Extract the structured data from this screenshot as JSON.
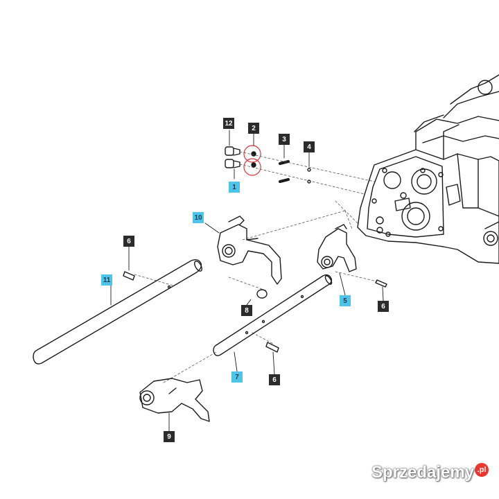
{
  "callouts": {
    "c12": "12",
    "c2": "2",
    "c3": "3",
    "c4": "4",
    "c1": "1",
    "c10": "10",
    "c6a": "6",
    "c11": "11",
    "c8": "8",
    "c5": "5",
    "c6b": "6",
    "c7": "7",
    "c6c": "6",
    "c9": "9"
  },
  "watermark": {
    "brand": "Sprzedajemy",
    "tld": ".pl"
  },
  "colors": {
    "dark_callout": "#2b2b2b",
    "blue_callout": "#4fc3e8",
    "highlight_circle": "#d9363e"
  }
}
